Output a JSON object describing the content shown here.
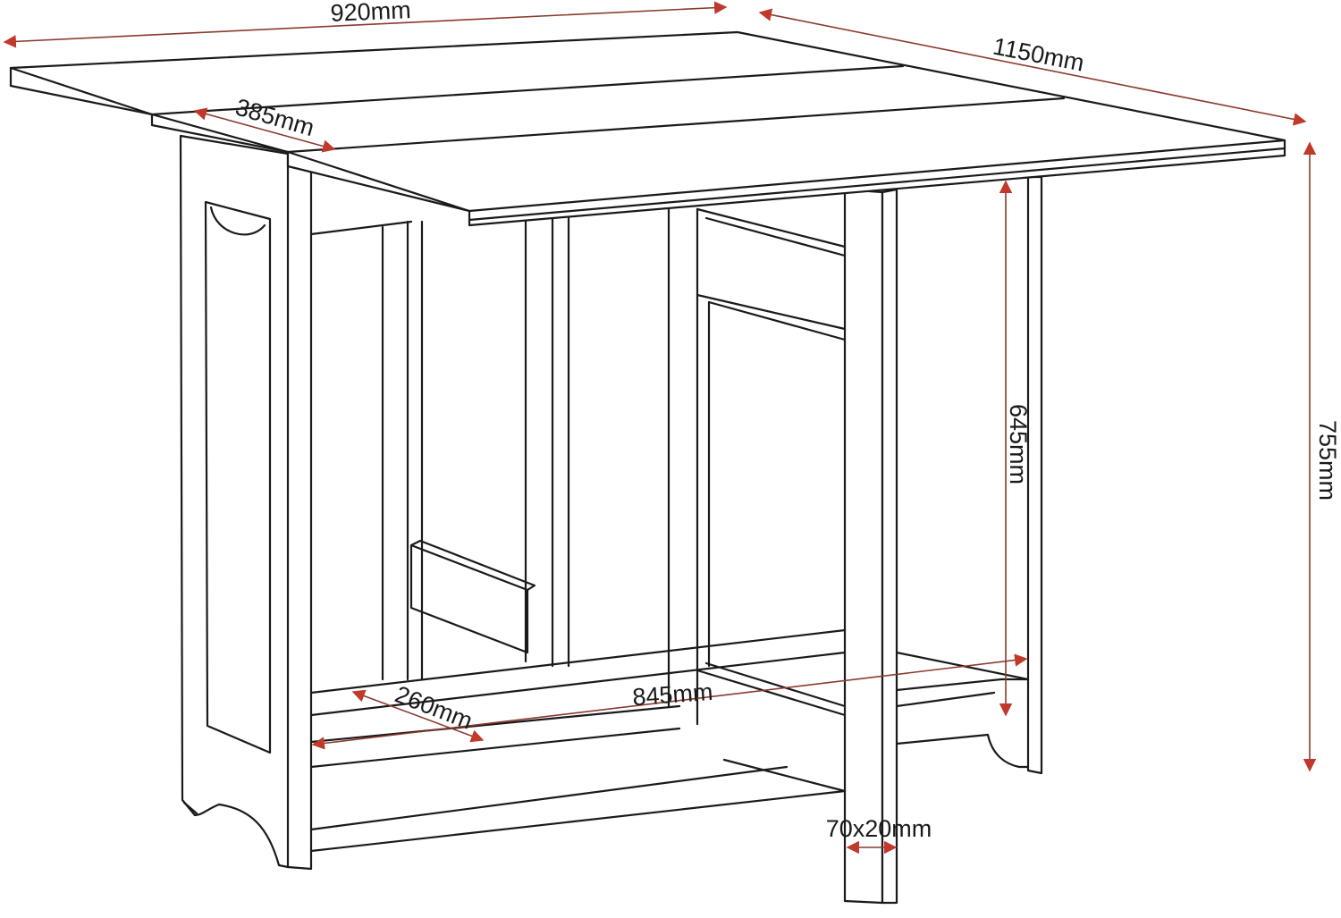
{
  "dimension_color": "#c0392b",
  "dimensions": {
    "top_width": "920mm",
    "top_length": "1150mm",
    "leaf_width": "385mm",
    "total_height": "755mm",
    "leg_clearance": "645mm",
    "shelf_depth": "260mm",
    "shelf_width": "845mm",
    "leg_section": "70x20mm"
  }
}
